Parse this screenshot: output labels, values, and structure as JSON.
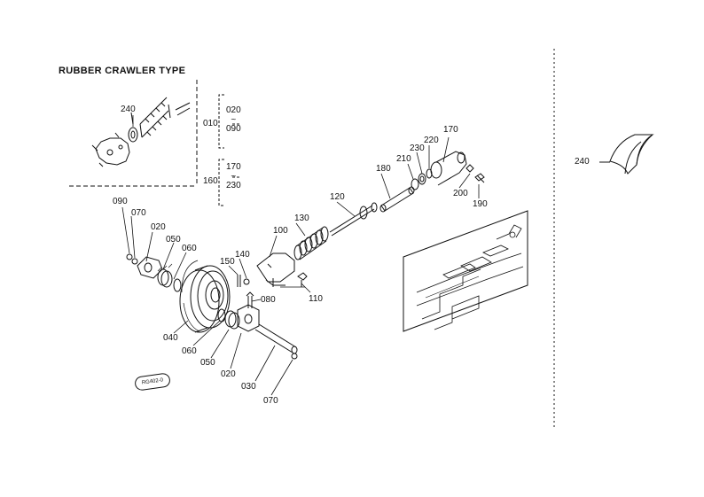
{
  "section_title": "RUBBER CRAWLER TYPE",
  "inset_ranges": {
    "range1": {
      "ref": "010",
      "from": "020",
      "sep": "~",
      "to": "090"
    },
    "range2": {
      "ref": "160",
      "from": "170",
      "sep": "~",
      "to": "230"
    }
  },
  "part_labels": {
    "p240_inset": "240",
    "p090": "090",
    "p070_top": "070",
    "p020_top": "020",
    "p050_top": "050",
    "p060_top": "060",
    "p150": "150",
    "p140": "140",
    "p100": "100",
    "p130": "130",
    "p120": "120",
    "p110": "110",
    "p080": "080",
    "p180": "180",
    "p210": "210",
    "p230": "230",
    "p220": "220",
    "p170": "170",
    "p200": "200",
    "p190": "190",
    "p040": "040",
    "p060_bot": "060",
    "p050_bot": "050",
    "p020_bot": "020",
    "p030": "030",
    "p070_bot": "070",
    "p240_right": "240"
  },
  "stamp_text": "RG402-0"
}
